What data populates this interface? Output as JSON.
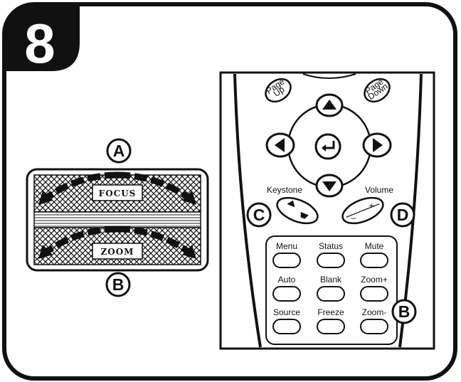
{
  "step": {
    "number": "8"
  },
  "lens": {
    "focus_label": "FOCUS",
    "zoom_label": "ZOOM",
    "callout_top": "A",
    "callout_bottom": "B"
  },
  "remote": {
    "page_up": [
      "Page",
      "Up"
    ],
    "page_down": [
      "Page",
      "Down"
    ],
    "keystone_label": "Keystone",
    "volume_label": "Volume",
    "volume_plus": "+",
    "volume_minus": "–",
    "callout_keystone": "C",
    "callout_volume": "D",
    "callout_zoom": "B",
    "button_grid": [
      [
        "Menu",
        "Status",
        "Mute"
      ],
      [
        "Auto",
        "Blank",
        "Zoom+"
      ],
      [
        "Source",
        "Freeze",
        "Zoom-"
      ]
    ]
  }
}
